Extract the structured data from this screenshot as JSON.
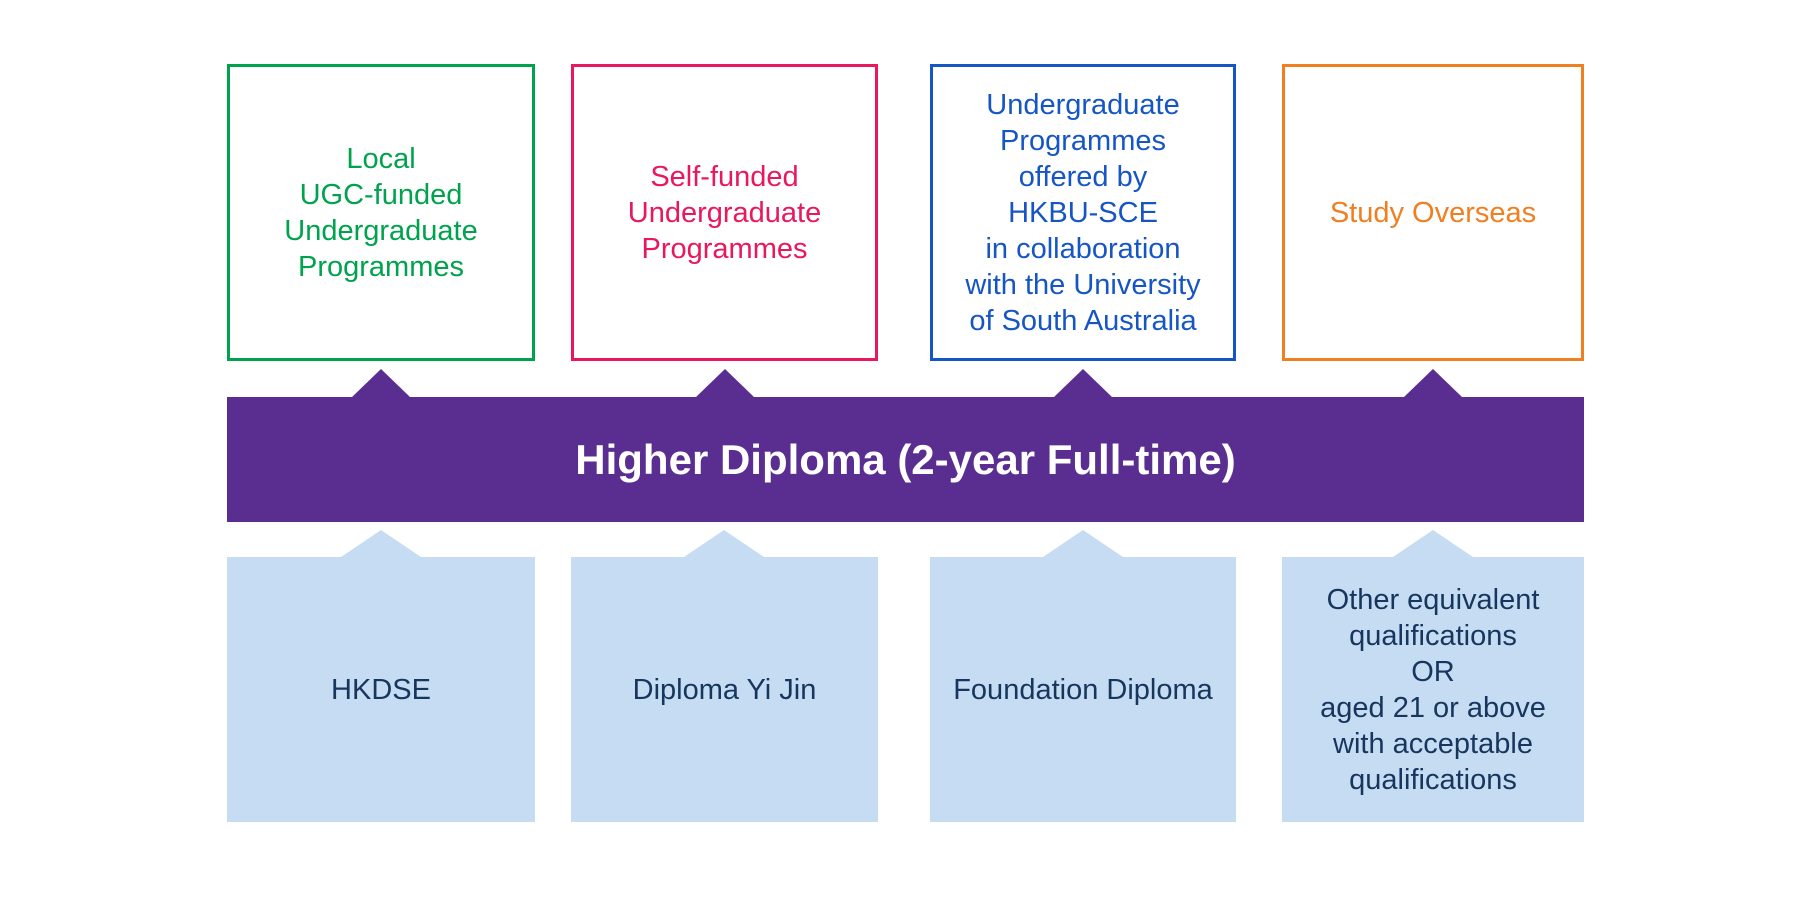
{
  "diagram": {
    "banner": {
      "label": "Higher Diploma (2-year Full-time)",
      "bg_color": "#5A2D90",
      "text_color": "#FFFFFF"
    },
    "outcome_boxes": [
      {
        "id": "local-ugc-funded-undergraduate-programmes",
        "color": "#00A34D",
        "lines": [
          "Local",
          "UGC-funded",
          "Undergraduate",
          "Programmes"
        ]
      },
      {
        "id": "self-funded-undergraduate-programmes",
        "color": "#E9185C",
        "lines": [
          "Self-funded",
          "Undergraduate",
          "Programmes"
        ]
      },
      {
        "id": "hkbu-sce-unisa-undergraduate-programmes",
        "color": "#1656C4",
        "lines": [
          "Undergraduate",
          "Programmes",
          "offered by",
          "HKBU-SCE",
          "in collaboration",
          "with the University",
          "of South Australia"
        ]
      },
      {
        "id": "study-overseas",
        "color": "#F07F22",
        "lines": [
          "Study Overseas"
        ]
      }
    ],
    "entry_boxes": [
      {
        "id": "hkdse",
        "lines": [
          "HKDSE"
        ]
      },
      {
        "id": "diploma-yi-jin",
        "lines": [
          "Diploma Yi Jin"
        ]
      },
      {
        "id": "foundation-diploma",
        "lines": [
          "Foundation Diploma"
        ]
      },
      {
        "id": "other-equivalent-qualifications",
        "lines": [
          "Other equivalent",
          "qualifications",
          "OR",
          "aged 21 or above",
          "with acceptable",
          "qualifications"
        ]
      }
    ],
    "entry_box_bg": "#C5DCF2",
    "entry_text_color": "#17365D"
  }
}
